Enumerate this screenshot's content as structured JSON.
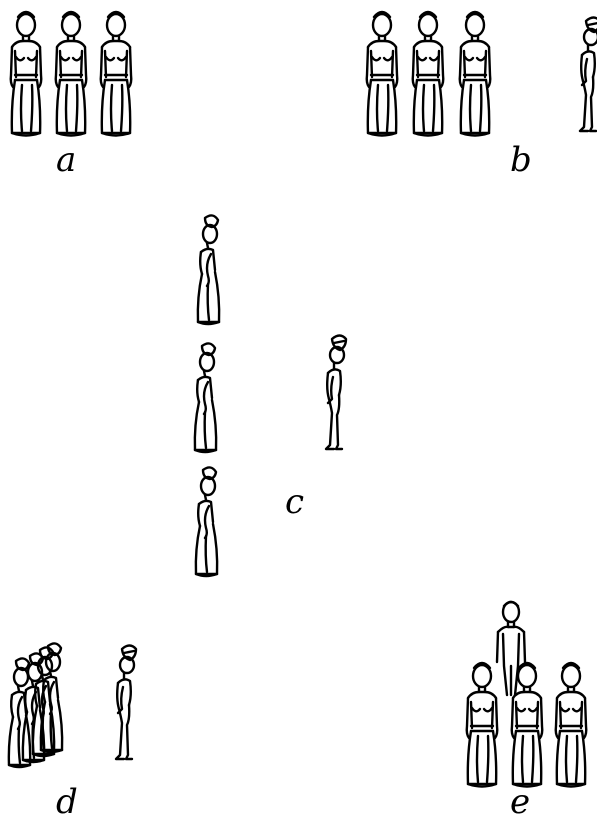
{
  "panels": [
    {
      "label": "a"
    },
    {
      "label": "b"
    },
    {
      "label": "c"
    },
    {
      "label": "d"
    },
    {
      "label": "e"
    }
  ],
  "ink_color": "#000000",
  "background_color": "#ffffff"
}
